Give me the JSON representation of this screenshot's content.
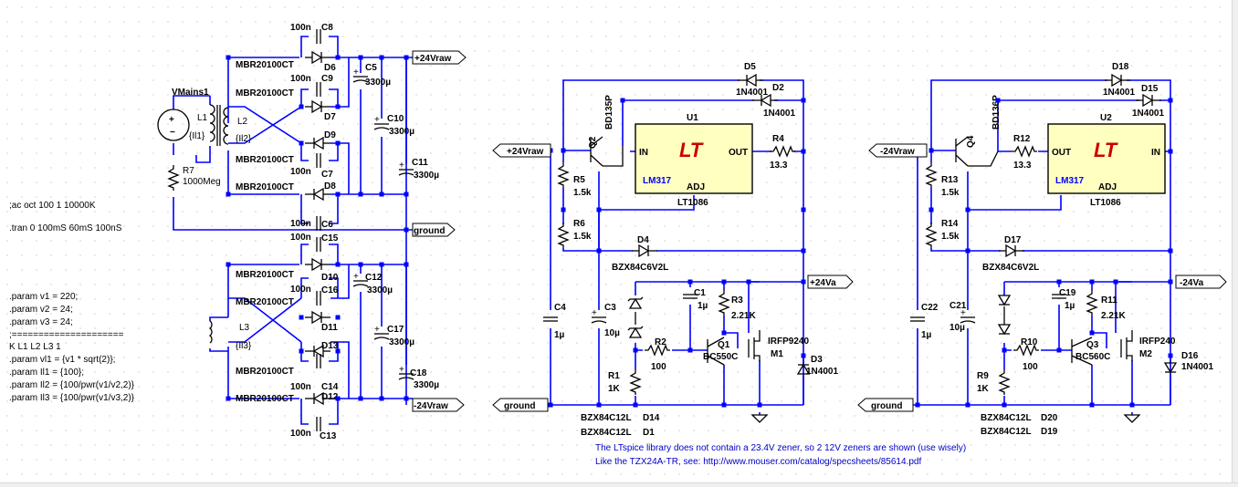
{
  "colors": {
    "wire": "#0000ff",
    "component": "#000000",
    "chip_fill": "#ffffc0",
    "note": "#0000c8",
    "lt_logo": "#cc0000"
  },
  "directives": {
    "ac": ";ac oct 100 1 10000K",
    "tran": ".tran 0 100mS 60mS 100nS",
    "param_v1": ".param v1 = 220;",
    "param_v2": ".param v2 = 24;",
    "param_v3": ".param v3 = 24;",
    "separator": ";=====================",
    "coupling": "K L1 L2 L3 1",
    "param_vl1": ".param vl1 = {v1 * sqrt(2)};",
    "param_il1": ".param Il1 = {100};",
    "param_il2": ".param Il2 = {100/pwr(v1/v2,2)}",
    "param_il3": ".param Il3 = {100/pwr(v1/v3,2)}"
  },
  "notes": {
    "line1": "The LTspice library does not contain a 23.4V zener, so 2 12V zeners are shown (use wisely)",
    "line2": "Like the TZX24A-TR, see: http://www.mouser.com/catalog/specsheets/85614.pdf"
  },
  "nets": {
    "p24raw": "+24Vraw",
    "ground": "ground",
    "n24raw": "-24Vraw",
    "p24va": "+24Va",
    "n24va": "-24Va"
  },
  "labels": {
    "vmains": "VMains1",
    "l1": "L1",
    "l2": "L2",
    "l3": "L3",
    "il1": "{Il1}",
    "il2": "{Il2}",
    "il3": "{Il3}",
    "r7": "R7",
    "r7v": "1000Meg",
    "mbr": "MBR20100CT",
    "c100n": "100n",
    "c5": "C5",
    "c10": "C10",
    "c11": "C11",
    "c12": "C12",
    "c17": "C17",
    "c18": "C18",
    "c3300": "3300µ",
    "c8": "C8",
    "c9": "C9",
    "c7": "C7",
    "c6": "C6",
    "c15": "C15",
    "c16": "C16",
    "c14": "C14",
    "c13": "C13",
    "d6": "D6",
    "d7": "D7",
    "d9": "D9",
    "d8": "D8",
    "d10": "D10",
    "d11": "D11",
    "d13": "D13",
    "d12": "D12",
    "d5": "D5",
    "d2": "D2",
    "n4001": "1N4001",
    "q2": "Q2",
    "bd135": "BD135P",
    "u1": "U1",
    "in": "IN",
    "out": "OUT",
    "adj": "ADJ",
    "lm317": "LM317",
    "lt1086": "LT1086",
    "r4": "R4",
    "r4v": "13.3",
    "r5": "R5",
    "r6": "R6",
    "r15k": "1.5k",
    "d4": "D4",
    "bzx6v2": "BZX84C6V2L",
    "c4": "C4",
    "c3": "C3",
    "c1u": "1µ",
    "c10u": "10µ",
    "c1": "C1",
    "r3": "R3",
    "r221": "2.21K",
    "r2": "R2",
    "r100": "100",
    "q1": "Q1",
    "bc550": "BC550C",
    "m1": "M1",
    "irfp9240": "IRFP9240",
    "d3": "D3",
    "r1": "R1",
    "r1k": "1K",
    "d14": "D14",
    "d1": "D1",
    "bzx12": "BZX84C12L",
    "d18": "D18",
    "d15": "D15",
    "q4": "Q4",
    "bd136": "BD136P",
    "r12": "R12",
    "r12v": "13.3",
    "u2": "U2",
    "r13": "R13",
    "r14": "R14",
    "d17": "D17",
    "c22": "C22",
    "c21": "C21",
    "c19": "C19",
    "r11": "R11",
    "r10": "R10",
    "q3": "Q3",
    "bc560": "BC560C",
    "irfp240": "IRFP240",
    "m2": "M2",
    "d16": "D16",
    "r9": "R9",
    "d20": "D20",
    "d19": "D19"
  }
}
